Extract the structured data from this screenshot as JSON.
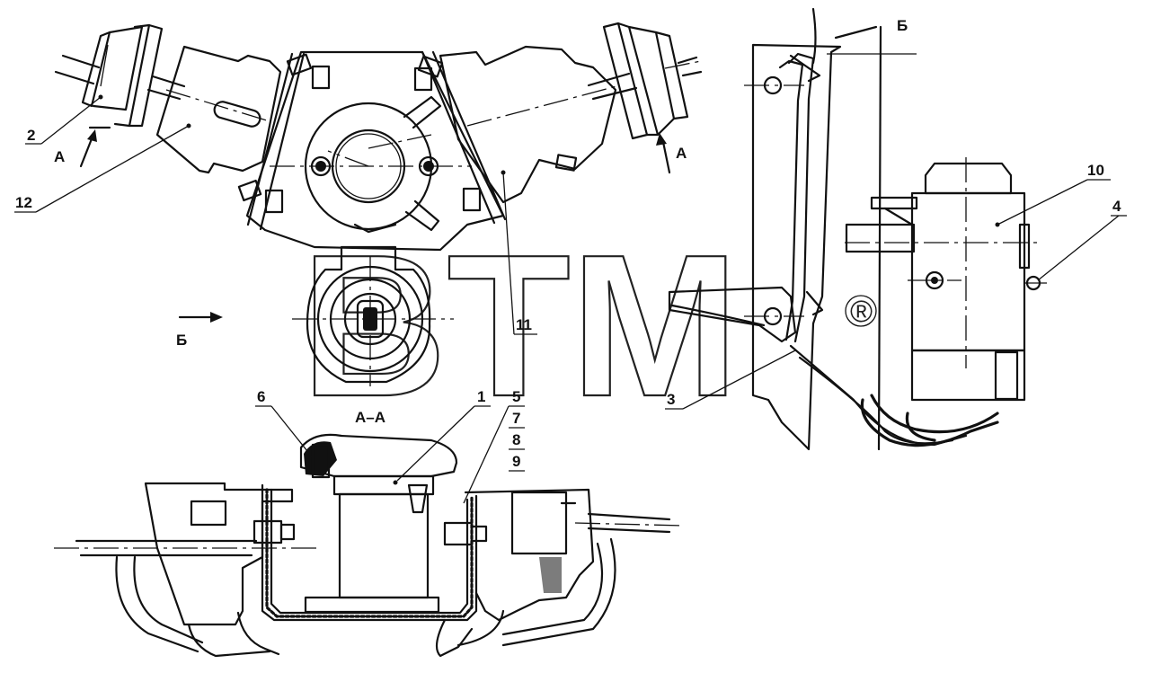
{
  "watermark": {
    "text": "BTM",
    "registered": "®"
  },
  "section_title": "A–A",
  "view_labels": {
    "a_left": "A",
    "a_right": "A",
    "b_top": "Б",
    "b_left": "Б"
  },
  "callouts": {
    "c1": "1",
    "c2": "2",
    "c3": "3",
    "c4": "4",
    "c5": "5",
    "c6": "6",
    "c7": "7",
    "c8": "8",
    "c9": "9",
    "c10": "10",
    "c11": "11",
    "c12": "12"
  }
}
